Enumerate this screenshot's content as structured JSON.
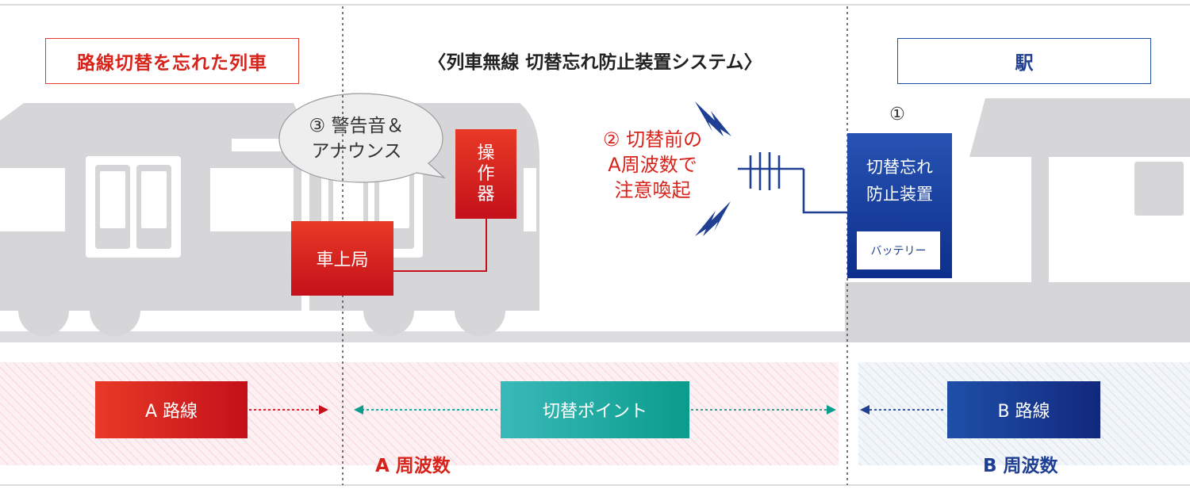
{
  "headers": {
    "train": "路線切替を忘れた列車",
    "system": "〈列車無線 切替忘れ防止装置システム〉",
    "station": "駅"
  },
  "train": {
    "bubble_lines": [
      "③ 警告音＆",
      "アナウンス"
    ],
    "operator_chars": [
      "操",
      "作",
      "器"
    ],
    "onboard_station": "車上局"
  },
  "alert": {
    "lines": [
      "② 切替前の",
      "A周波数で",
      "注意喚起"
    ]
  },
  "device": {
    "number": "①",
    "label_lines": [
      "切替忘れ",
      "防止装置"
    ],
    "battery": "バッテリー"
  },
  "routes": {
    "route_a": "A 路線",
    "switch_point": "切替ポイント",
    "route_b": "B 路線",
    "freq_a": "A 周波数",
    "freq_b": "B 周波数"
  },
  "colors": {
    "red": "#d8231b",
    "blue": "#1e3f92",
    "teal": "#0a9c8c",
    "gray_silhouette": "#d6d6d8"
  }
}
